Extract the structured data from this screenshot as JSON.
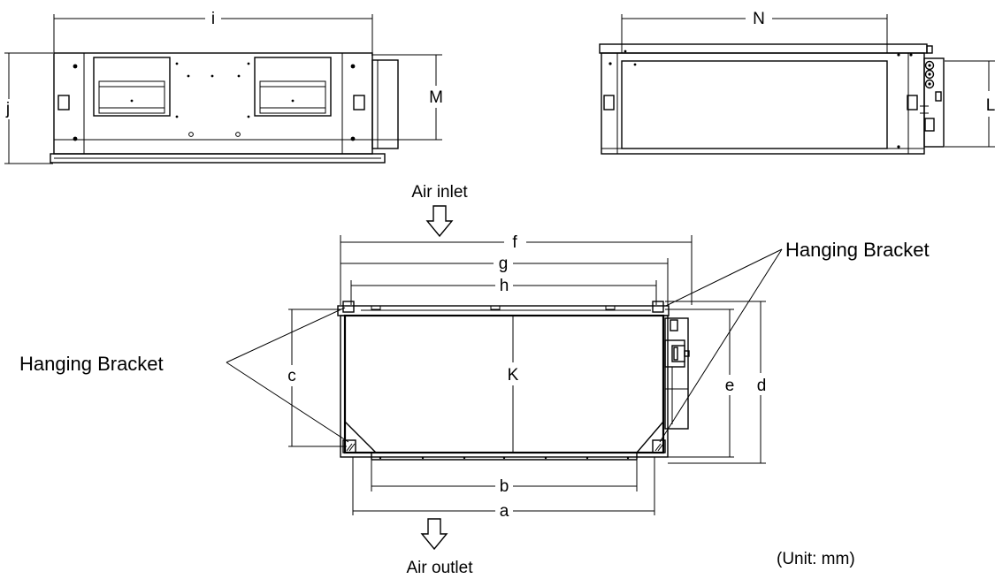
{
  "front_view": {
    "dim_width": "i",
    "dim_height": "j",
    "dim_fan_height": "M"
  },
  "side_view": {
    "dim_width": "N",
    "dim_height": "L"
  },
  "top_view": {
    "air_inlet": "Air inlet",
    "air_outlet": "Air outlet",
    "dim_f": "f",
    "dim_g": "g",
    "dim_h": "h",
    "dim_c": "c",
    "dim_K": "K",
    "dim_e": "e",
    "dim_d": "d",
    "dim_b": "b",
    "dim_a": "a",
    "hanging_bracket_right": "Hanging Bracket",
    "hanging_bracket_left": "Hanging Bracket"
  },
  "unit_note": "(Unit: mm)"
}
